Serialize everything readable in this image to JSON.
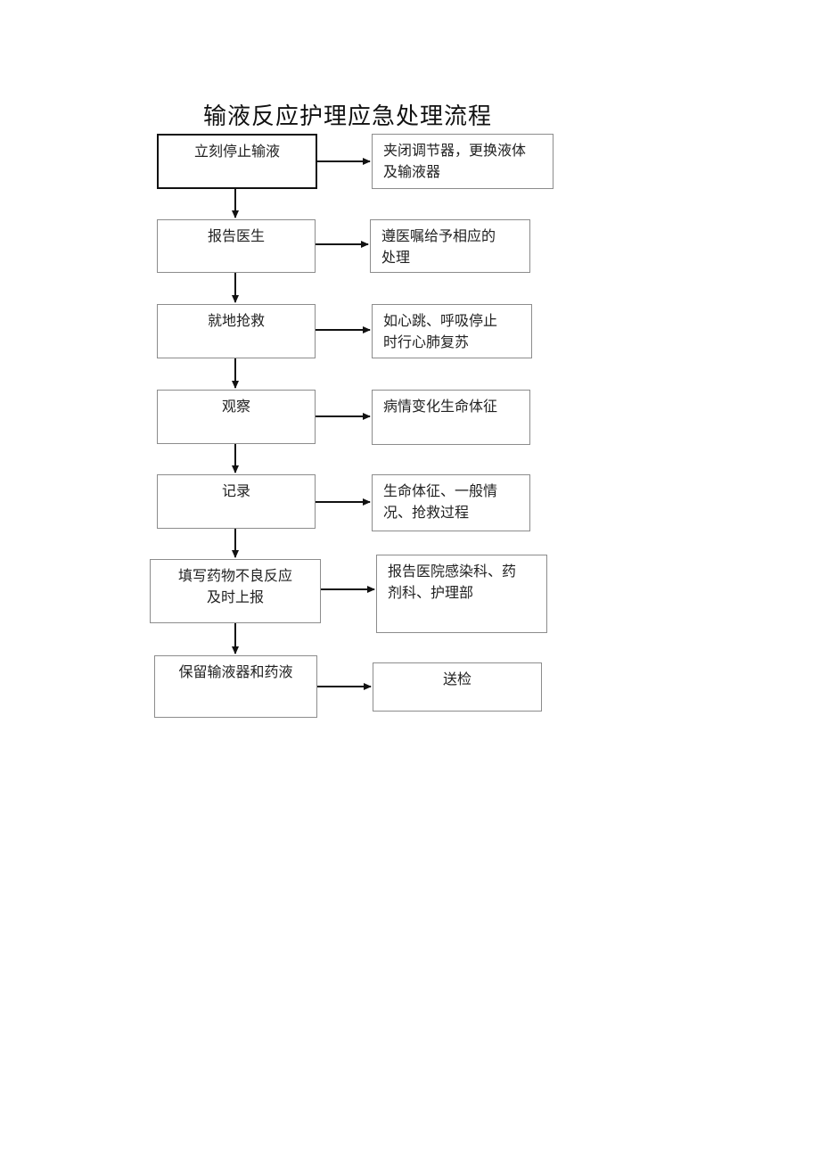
{
  "title": "输液反应护理应急处理流程",
  "steps": [
    {
      "line1": "立刻停止输液",
      "line2": ""
    },
    {
      "line1": "报告医生",
      "line2": ""
    },
    {
      "line1": "就地抢救",
      "line2": ""
    },
    {
      "line1": "观察",
      "line2": ""
    },
    {
      "line1": "记录",
      "line2": ""
    },
    {
      "line1": "填写药物不良反应",
      "line2": "及时上报"
    },
    {
      "line1": "保留输液器和药液",
      "line2": ""
    }
  ],
  "actions": [
    {
      "line1": "夹闭调节器，更换液体",
      "line2": "及输液器"
    },
    {
      "line1": "遵医嘱给予相应的",
      "line2": "处理"
    },
    {
      "line1": "如心跳、呼吸停止",
      "line2": "时行心肺复苏"
    },
    {
      "line1": "病情变化生命体征",
      "line2": ""
    },
    {
      "line1": "生命体征、一般情",
      "line2": "况、抢救过程"
    },
    {
      "line1": "报告医院感染科、药",
      "line2": "剂科、护理部"
    },
    {
      "line1": "送检",
      "line2": ""
    }
  ]
}
